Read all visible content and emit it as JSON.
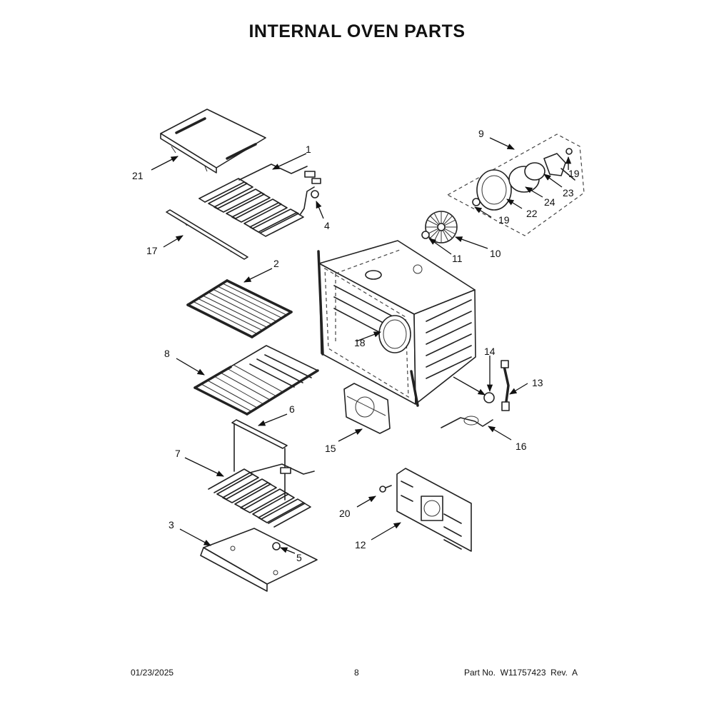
{
  "title": "INTERNAL OVEN PARTS",
  "footer": {
    "date": "01/23/2025",
    "page": "8",
    "part_number": "Part No.  W11757423  Rev.  A"
  },
  "callouts": {
    "c1": "1",
    "c2": "2",
    "c3": "3",
    "c4": "4",
    "c5": "5",
    "c6": "6",
    "c7": "7",
    "c8": "8",
    "c9": "9",
    "c10": "10",
    "c11": "11",
    "c12": "12",
    "c13": "13",
    "c14": "14",
    "c15": "15",
    "c16": "16",
    "c17": "17",
    "c18": "18",
    "c19a": "19",
    "c19b": "19",
    "c20": "20",
    "c21": "21",
    "c22": "22",
    "c23": "23",
    "c24": "24"
  }
}
